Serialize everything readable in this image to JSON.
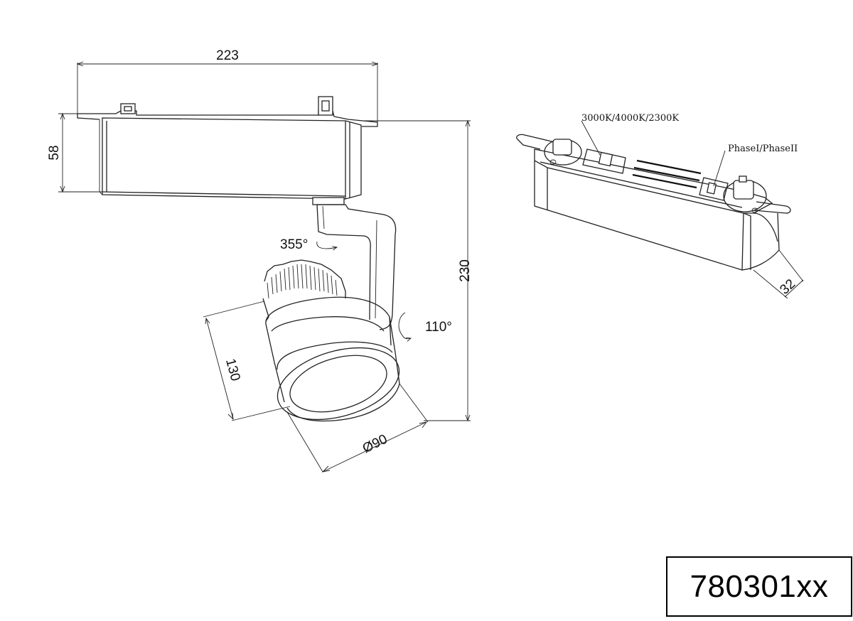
{
  "side_view": {
    "dim_width": "223",
    "dim_height": "58",
    "dim_total_height": "230",
    "rotation_horizontal": "355°",
    "tilt_vertical": "110°",
    "dim_head_length": "130",
    "dim_head_diameter": "Ø90"
  },
  "iso_view": {
    "label_cct": "3000K/4000K/2300K",
    "label_phase": "PhaseI/PhaseII",
    "dim_profile": "32"
  },
  "title_block": {
    "article_number": "780301xx"
  }
}
